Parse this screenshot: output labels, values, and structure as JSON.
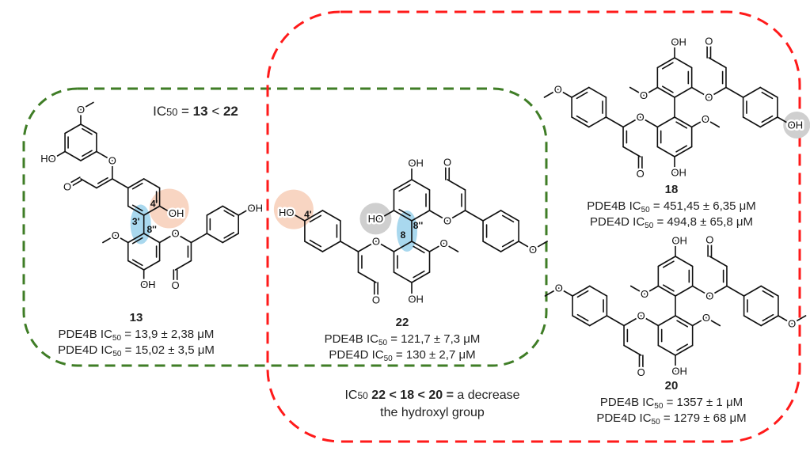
{
  "atom_labels": {
    "hydroxyl": "OH",
    "hydroxyl_left": "HO",
    "oxygen": "O"
  },
  "locants": {
    "c13_4p": "4'",
    "c13_3p": "3'",
    "c13_8pp": "8''",
    "c22_4p": "4'",
    "c22_8pp": "8''",
    "c22_8": "8"
  },
  "annotations": {
    "top": {
      "ic": "IC",
      "sub": "50",
      "eq": " = ",
      "a": "13",
      "lt": " < ",
      "b": "22"
    },
    "bottom": {
      "ic": "IC",
      "sub": "50",
      "expr": " 22 < 18 < 20 =",
      "rest": " a decrease",
      "line2": "the hydroxyl group"
    }
  },
  "compounds": [
    {
      "id": "13",
      "rows": [
        {
          "enzyme": "PDE4B",
          "ic": "IC",
          "sub": "50",
          "value": "= 13,9 ± 2,38 μM"
        },
        {
          "enzyme": "PDE4D",
          "ic": "IC",
          "sub": "50",
          "value": "= 15,02 ± 3,5 μM"
        }
      ]
    },
    {
      "id": "22",
      "rows": [
        {
          "enzyme": "PDE4B",
          "ic": "IC",
          "sub": "50",
          "value": "= 121,7 ± 7,3 μM"
        },
        {
          "enzyme": "PDE4D",
          "ic": "IC",
          "sub": "50",
          "value": "= 130 ± 2,7 μM"
        }
      ]
    },
    {
      "id": "18",
      "rows": [
        {
          "enzyme": "PDE4B",
          "ic": "IC",
          "sub": "50",
          "value": "= 451,45 ± 6,35 μM"
        },
        {
          "enzyme": "PDE4D",
          "ic": "IC",
          "sub": "50",
          "value": "= 494,8 ± 65,8 μM"
        }
      ]
    },
    {
      "id": "20",
      "rows": [
        {
          "enzyme": "PDE4B",
          "ic": "IC",
          "sub": "50",
          "value": "= 1357 ± 1 μM"
        },
        {
          "enzyme": "PDE4D",
          "ic": "IC",
          "sub": "50",
          "value": "= 1279 ± 68 μM"
        }
      ]
    }
  ],
  "colors": {
    "green_frame": "#3f7d26",
    "red_frame": "#ff1a1a",
    "highlight_blue": "#a9d8ee",
    "highlight_peach": "#f8d5c2",
    "highlight_gray": "#cfcfcf"
  }
}
